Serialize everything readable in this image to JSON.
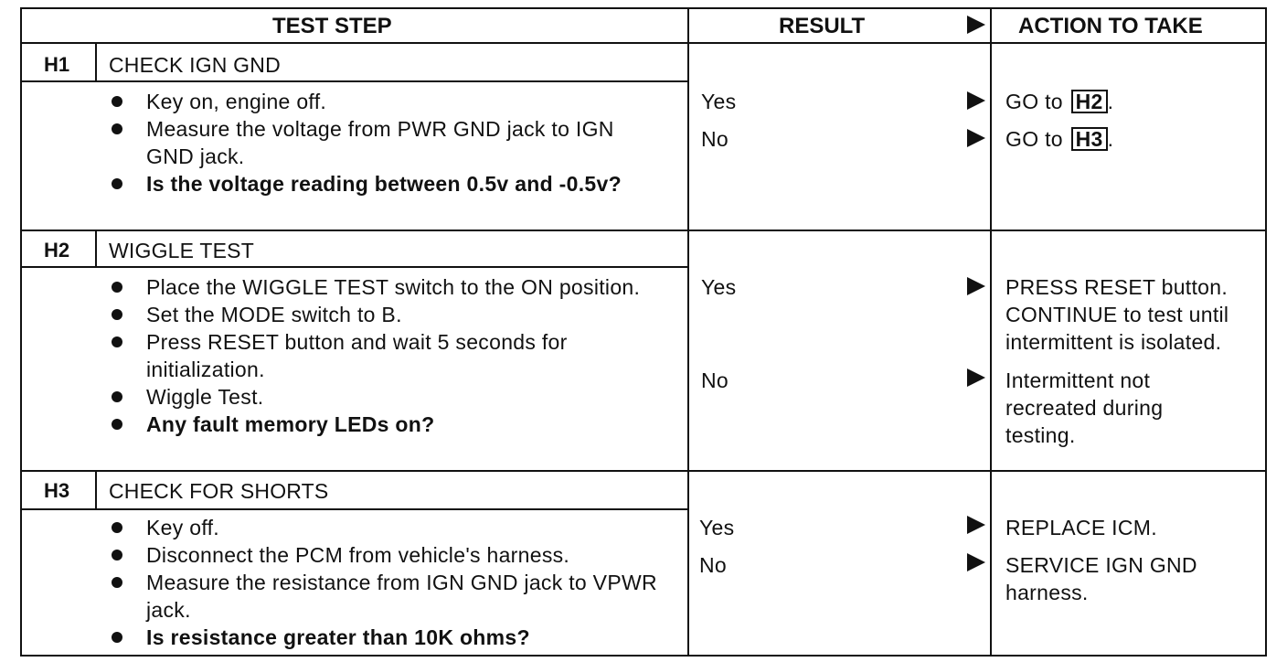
{
  "headers": {
    "test_step": "TEST STEP",
    "result": "RESULT",
    "action": "ACTION TO TAKE"
  },
  "steps": [
    {
      "id": "H1",
      "title": "CHECK IGN GND",
      "bullets": [
        {
          "text": "Key on, engine off.",
          "bold": false
        },
        {
          "text": "Measure the voltage from PWR GND jack to IGN GND jack.",
          "bold": false
        },
        {
          "text": "Is the voltage reading between 0.5v and -0.5v?",
          "bold": true
        }
      ],
      "results": [
        {
          "result": "Yes",
          "action_prefix": "GO to",
          "action_ref": "H2",
          "action_suffix": "."
        },
        {
          "result": "No",
          "action_prefix": "GO to",
          "action_ref": "H3",
          "action_suffix": "."
        }
      ]
    },
    {
      "id": "H2",
      "title": "WIGGLE TEST",
      "bullets": [
        {
          "text": "Place the WIGGLE TEST switch to the ON position.",
          "bold": false
        },
        {
          "text": "Set the MODE switch to B.",
          "bold": false
        },
        {
          "text": "Press RESET button and wait 5 seconds for initialization.",
          "bold": false
        },
        {
          "text": "Wiggle Test.",
          "bold": false
        },
        {
          "text": "Any fault memory LEDs on?",
          "bold": true
        }
      ],
      "results": [
        {
          "result": "Yes",
          "action": "PRESS RESET button. CONTINUE to test until intermittent is isolated."
        },
        {
          "result": "No",
          "action": "Intermittent not recreated during testing."
        }
      ]
    },
    {
      "id": "H3",
      "title": "CHECK FOR SHORTS",
      "bullets": [
        {
          "text": "Key off.",
          "bold": false
        },
        {
          "text": "Disconnect the PCM from vehicle's harness.",
          "bold": false
        },
        {
          "text": "Measure the resistance from IGN GND jack to VPWR jack.",
          "bold": false
        },
        {
          "text": "Is resistance greater than 10K ohms?",
          "bold": true
        }
      ],
      "results": [
        {
          "result": "Yes",
          "action": "REPLACE ICM."
        },
        {
          "result": "No",
          "action": "SERVICE IGN GND harness."
        }
      ]
    }
  ]
}
